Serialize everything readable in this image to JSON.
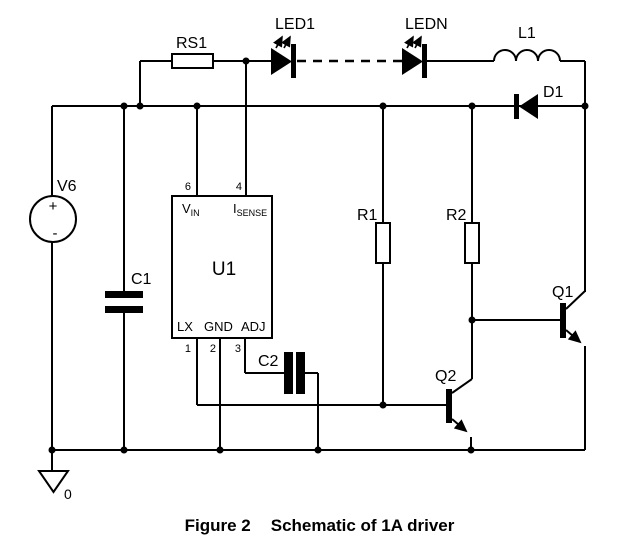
{
  "schematic": {
    "source_v6": {
      "label": "V6",
      "plus": "+",
      "minus": "-"
    },
    "ground": {
      "label": "0"
    },
    "rs1": {
      "label": "RS1"
    },
    "led1": {
      "label": "LED1"
    },
    "ledn": {
      "label": "LEDN"
    },
    "l1": {
      "label": "L1"
    },
    "d1": {
      "label": "D1"
    },
    "c1": {
      "label": "C1"
    },
    "c2": {
      "label": "C2"
    },
    "r1": {
      "label": "R1"
    },
    "r2": {
      "label": "R2"
    },
    "q1": {
      "label": "Q1"
    },
    "q2": {
      "label": "Q2"
    },
    "u1": {
      "label": "U1",
      "pin6": {
        "num": "6",
        "name": "V",
        "sub": "IN"
      },
      "pin4": {
        "num": "4",
        "name": "I",
        "sub": "SENSE"
      },
      "pin1": {
        "num": "1",
        "name": "LX"
      },
      "pin2": {
        "num": "2",
        "name": "GND"
      },
      "pin3": {
        "num": "3",
        "name": "ADJ"
      }
    },
    "colors": {
      "line": "#000000",
      "background": "#ffffff"
    }
  },
  "caption": {
    "label": "Figure 2",
    "text": "Schematic of 1A driver"
  }
}
